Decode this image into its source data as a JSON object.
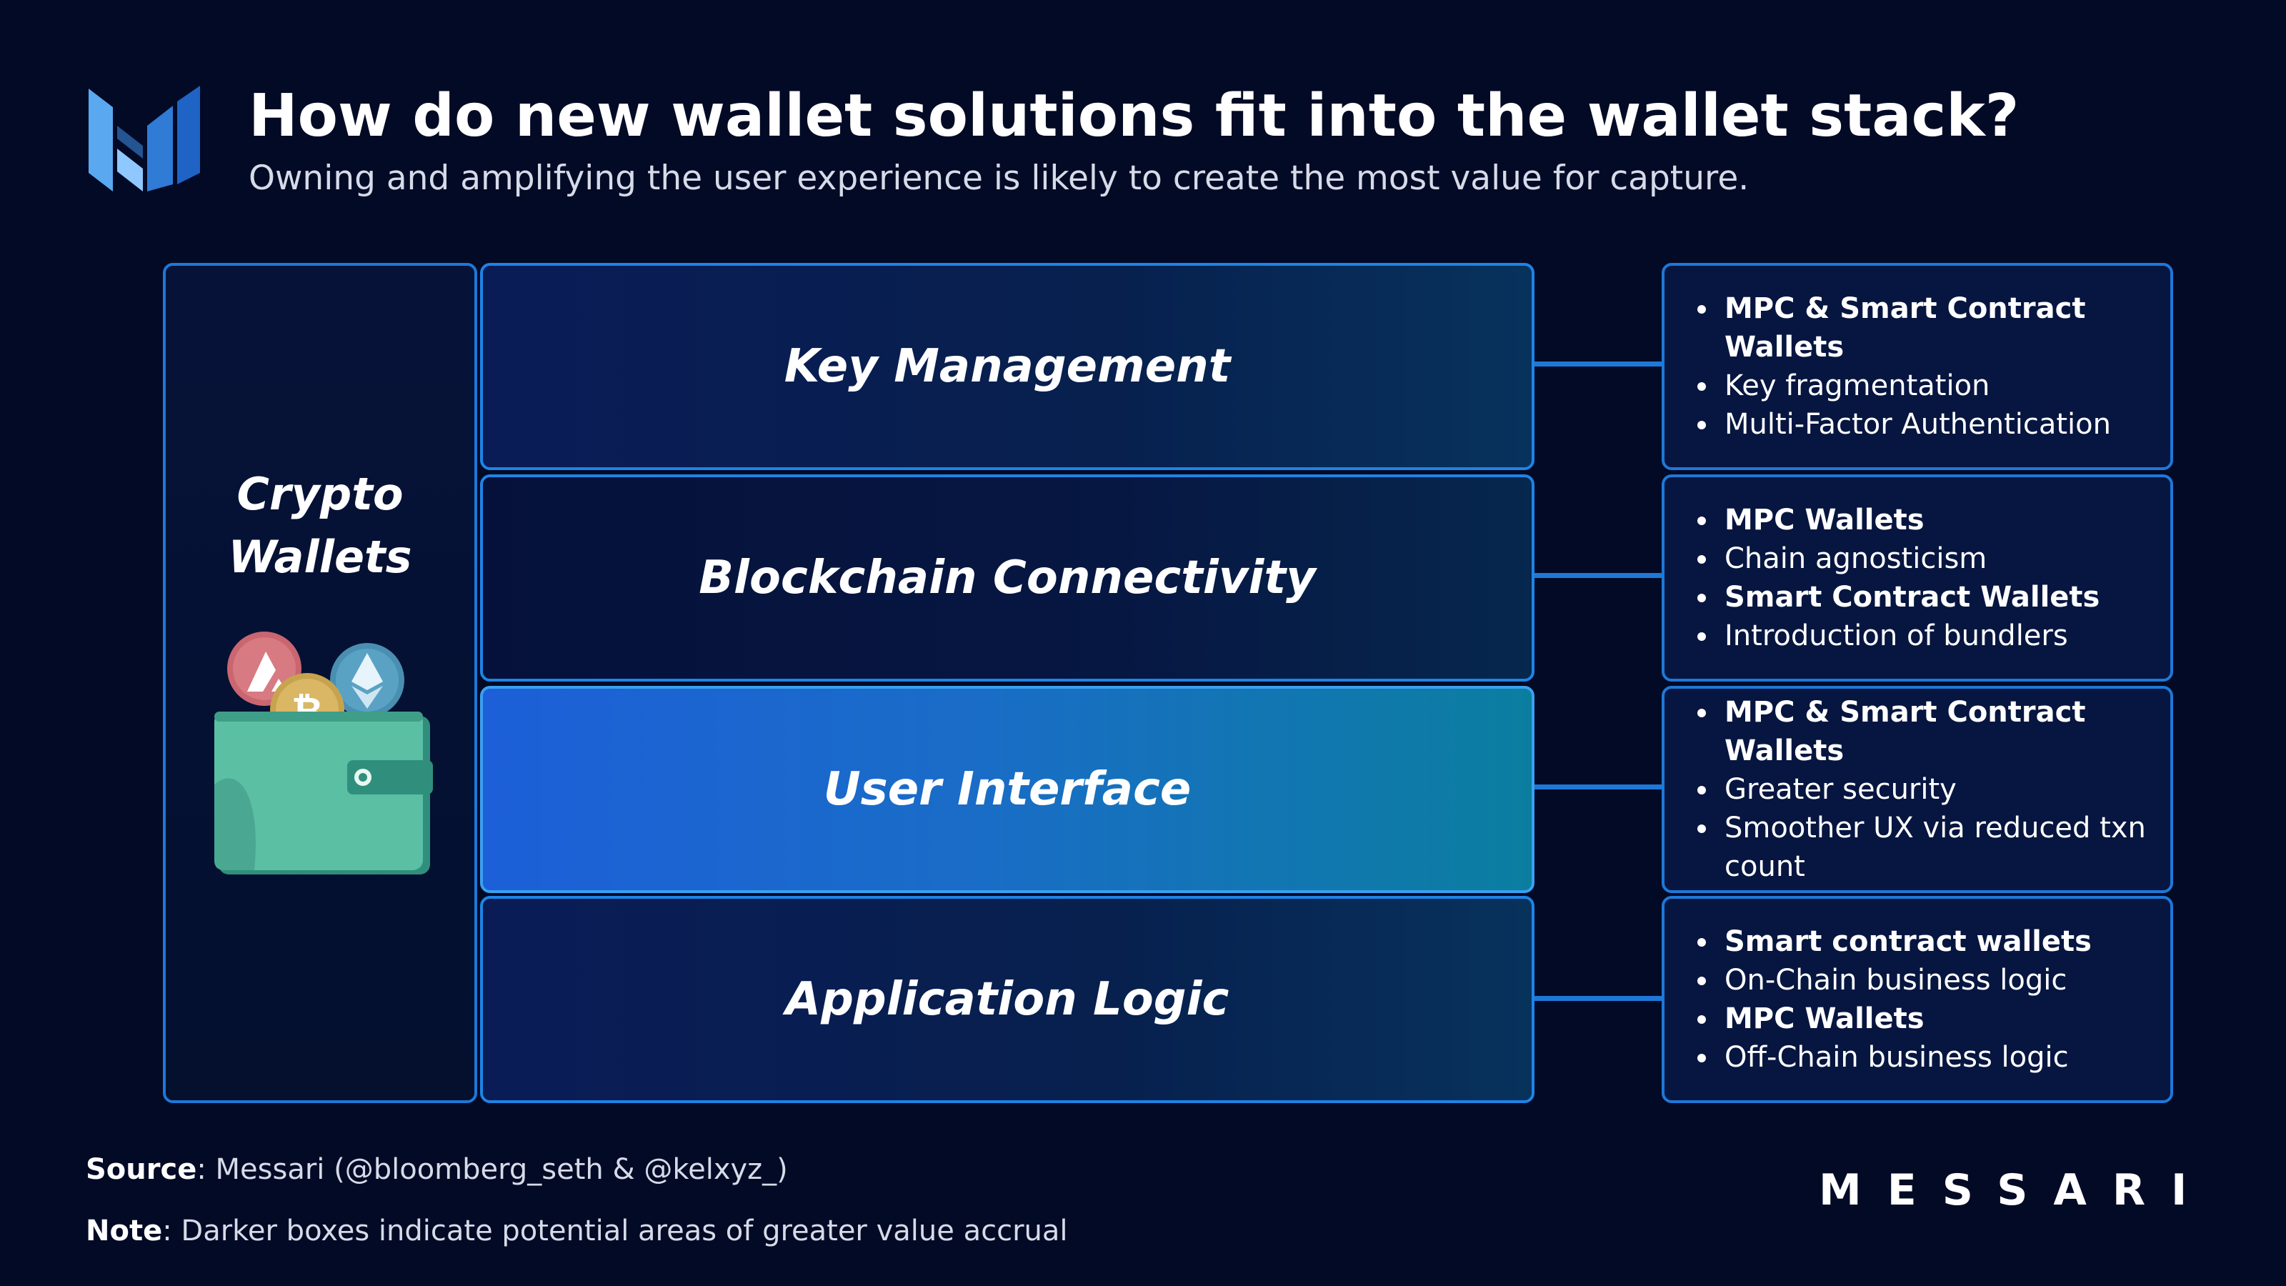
{
  "header": {
    "title": "How do new wallet solutions fit into the wallet stack?",
    "subtitle": "Owning and amplifying the user experience is likely to create the most value for capture."
  },
  "wallet": {
    "title_line1": "Crypto",
    "title_line2": "Wallets",
    "coin_icons": [
      "avalanche-icon",
      "bitcoin-icon",
      "ethereum-icon"
    ]
  },
  "layers": [
    {
      "label": "Key Management",
      "shade": "dark"
    },
    {
      "label": "Blockchain Connectivity",
      "shade": "darker"
    },
    {
      "label": "User Interface",
      "shade": "light"
    },
    {
      "label": "Application Logic",
      "shade": "dark"
    }
  ],
  "details": [
    {
      "items": [
        {
          "text": "MPC & Smart Contract Wallets",
          "bold": true
        },
        {
          "text": "Key fragmentation",
          "bold": false
        },
        {
          "text": "Multi-Factor Authentication",
          "bold": false
        }
      ]
    },
    {
      "items": [
        {
          "text": "MPC Wallets",
          "bold": true
        },
        {
          "text": "Chain agnosticism",
          "bold": false
        },
        {
          "text": "Smart Contract Wallets",
          "bold": true
        },
        {
          "text": "Introduction of bundlers",
          "bold": false
        }
      ]
    },
    {
      "items": [
        {
          "text": "MPC & Smart Contract Wallets",
          "bold": true
        },
        {
          "text": "Greater security",
          "bold": false
        },
        {
          "text": "Smoother UX via reduced txn count",
          "bold": false
        }
      ]
    },
    {
      "items": [
        {
          "text": "Smart contract wallets",
          "bold": true
        },
        {
          "text": "On-Chain business logic",
          "bold": false
        },
        {
          "text": "MPC Wallets",
          "bold": true
        },
        {
          "text": "Off-Chain business logic",
          "bold": false
        }
      ]
    }
  ],
  "footer": {
    "source_label": "Source",
    "source_text": ": Messari (@bloomberg_seth & @kelxyz_)",
    "note_label": "Note",
    "note_text": ": Darker boxes indicate potential areas of greater value accrual",
    "brand": "MESSARI"
  },
  "colors": {
    "background": "#030a26",
    "border_accent": "#1e78d8",
    "highlight_layer": "#1c5fd8",
    "wallet_green": "#5bbfa4"
  }
}
